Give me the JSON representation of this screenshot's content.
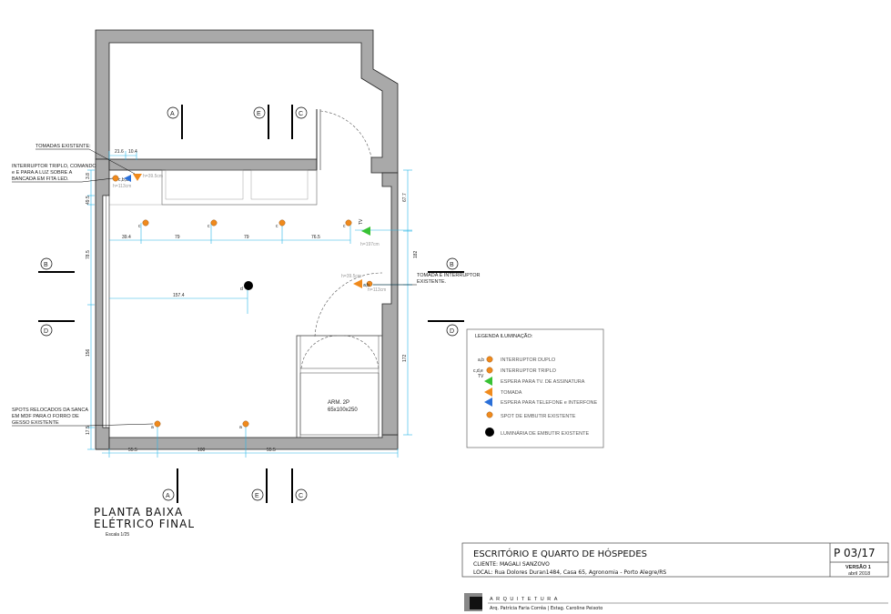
{
  "drawing": {
    "title_line1": "PLANTA BAIXA",
    "title_line2": "ELÉTRICO FINAL",
    "scale": "Escala 1/25"
  },
  "notes": {
    "tomadas_existente": "TOMADAS EXISTENTE:",
    "interruptor_line1": "INTERRUPTOR TRIPLO, COMANDO",
    "interruptor_line2": "e E PARA A LUZ SOBRE A",
    "interruptor_line3": "BANCADA EM FITA LED.",
    "tomada_interruptor_line1": "TOMADA E INTERRUPTOR",
    "tomada_interruptor_line2": "EXISTENTE.",
    "spots_line1": "SPOTS RELOCADOS DA SANCA",
    "spots_line2": "EM MDF PARA O FORRO DE",
    "spots_line3": "GESSO EXISTENTE"
  },
  "section_marks": [
    "A",
    "B",
    "C",
    "D",
    "E"
  ],
  "heights": {
    "h1": "h=39.5cm",
    "h2": "h=113cm",
    "h3": "h=197cm",
    "h4": "h=39.5cm",
    "h5": "h=113cm"
  },
  "point_labels": {
    "c": "c",
    "a": "a",
    "b": "b",
    "abc": "c,b,a",
    "tv": "TV",
    "a_b": "a,b",
    "d": "d"
  },
  "dimensions": {
    "top_21_6": "21.6",
    "top_10_4": "10.4",
    "row_39_4": "39.4",
    "row_79a": "79",
    "row_79b": "79",
    "row_76_5": "76.5",
    "d_157_4": "157.4",
    "bottom_55_5a": "55.5",
    "bottom_100": "100",
    "bottom_55_5b": "55.5",
    "left_49_5": "49.5",
    "left_3_8": "3.8",
    "left_78_5": "78.5",
    "left_156": "156",
    "left_17_5": "17.5",
    "right_67_7": "67.7",
    "right_182": "182",
    "right_172": "172"
  },
  "closet": {
    "label": "ARM. 2P",
    "size": "65x100x250"
  },
  "legend": {
    "title": "LEGENDA ILUMINAÇÃO:",
    "items": [
      {
        "prefix": "a,b",
        "text": "INTERRUPTOR DUPLO"
      },
      {
        "prefix": "c,d,e",
        "text": "INTERRUPTOR TRIPLO"
      },
      {
        "prefix": "TV",
        "text": "ESPERA PARA TV. DE ASSINATURA"
      },
      {
        "prefix": "",
        "text": "TOMADA"
      },
      {
        "prefix": "",
        "text": "ESPERA PARA TELEFONE e INTERFONE"
      },
      {
        "prefix": "",
        "text": "SPOT DE EMBUTIR EXISTENTE"
      },
      {
        "prefix": "",
        "text": "LUMINÁRIA DE EMBUTIR EXISTENTE"
      }
    ]
  },
  "title_block": {
    "project": "ESCRITÓRIO E QUARTO DE HÓSPEDES",
    "client": "CLIENTE: MAGALI SANZOVO",
    "location": "LOCAL: Rua Dolores Duran1484, Casa 65, Agronomia - Porto Alegre/RS",
    "sheet": "P 03/17",
    "version": "VERSÃO 1",
    "date": "abril 2018",
    "firm": "ARQUITETURA",
    "authors": "Arq. Patrícia Faria Corrêa | Estag. Caroline Peixoto"
  },
  "colors": {
    "wall": "#a9a9a9",
    "dim_line": "#29b6e6",
    "orange": "#f08a1c",
    "green": "#38c234",
    "blue": "#2a6fd8",
    "black": "#000000"
  }
}
